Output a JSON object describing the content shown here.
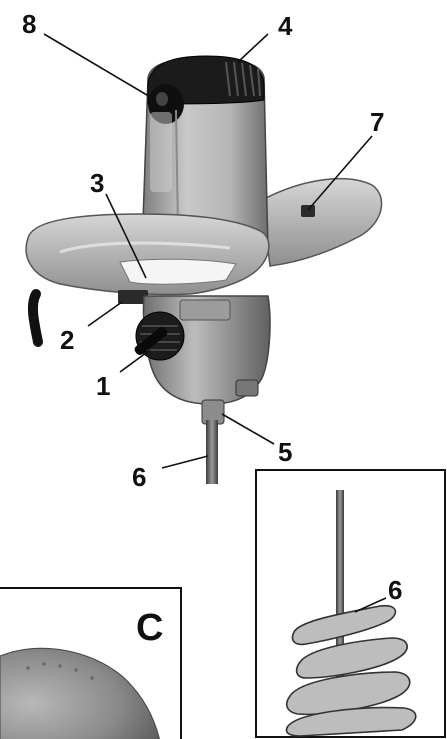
{
  "callouts": {
    "c1": "1",
    "c2": "2",
    "c3": "3",
    "c4": "4",
    "c5": "5",
    "c6": "6",
    "c7": "7",
    "c8": "8"
  },
  "inset_right": {
    "callout": "6"
  },
  "inset_left": {
    "letter": "C"
  }
}
